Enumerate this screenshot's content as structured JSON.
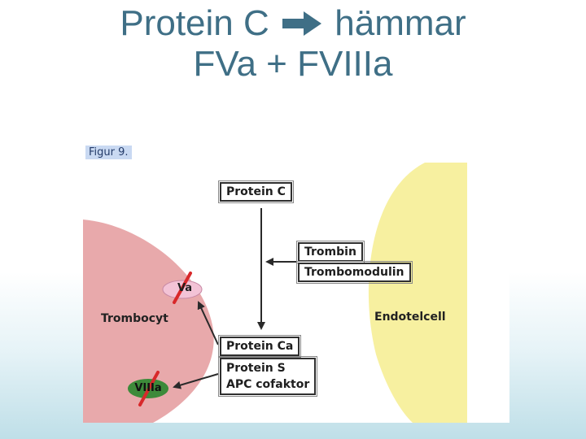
{
  "title": {
    "line1_left": "Protein C",
    "line1_right": "hämmar",
    "line2": "FVa + FVIIIa",
    "arrow_icon": "arrow-right-icon",
    "color": "#3f6f86"
  },
  "figure": {
    "label": "Figur 9.",
    "boxes": {
      "protein_c": "Protein C",
      "trombin": "Trombin",
      "trombomodulin": "Trombomodulin",
      "protein_ca": "Protein Ca",
      "protein_s": "Protein S",
      "apc_cofaktor": "APC cofaktor"
    },
    "cells": {
      "trombocyt": "Trombocyt",
      "endotelcell": "Endotelcell"
    },
    "factors": {
      "va": "Va",
      "viiia": "VIIIa"
    },
    "colors": {
      "trombocyt": "#e8a9ab",
      "endotelcell": "#f7f0a0",
      "va": "#f3c3d6",
      "viiia": "#3d8a3a",
      "strike": "#d8282a"
    }
  }
}
